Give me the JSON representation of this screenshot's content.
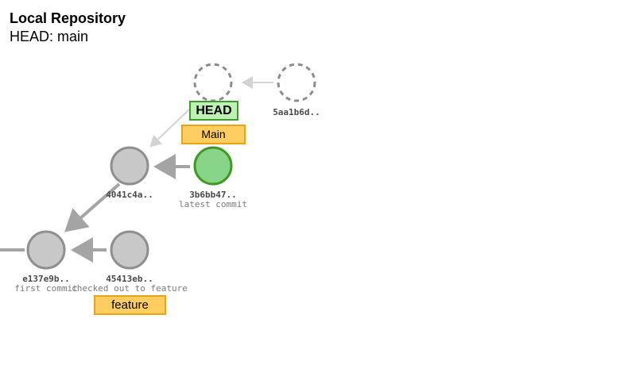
{
  "header": {
    "title": "Local Repository",
    "subtitle": "HEAD: main"
  },
  "refs": {
    "head": "HEAD",
    "main": "Main",
    "feature": "feature"
  },
  "commits": [
    {
      "id": "e137e9b",
      "sha": "e137e9b..",
      "message": "first commit",
      "state": "normal"
    },
    {
      "id": "4041c4a",
      "sha": "4041c4a..",
      "message": "",
      "state": "normal"
    },
    {
      "id": "3b6bb47",
      "sha": "3b6bb47..",
      "message": "latest commit",
      "state": "current"
    },
    {
      "id": "45413eb",
      "sha": "45413eb..",
      "message": "checked out to feature",
      "state": "normal"
    },
    {
      "id": "5aa1b6d",
      "sha": "5aa1b6d..",
      "message": "",
      "state": "ghost"
    }
  ],
  "colors": {
    "current_commit": "#88d488",
    "head_label": "#bdf2b4",
    "branch_label": "#ffcd60"
  }
}
